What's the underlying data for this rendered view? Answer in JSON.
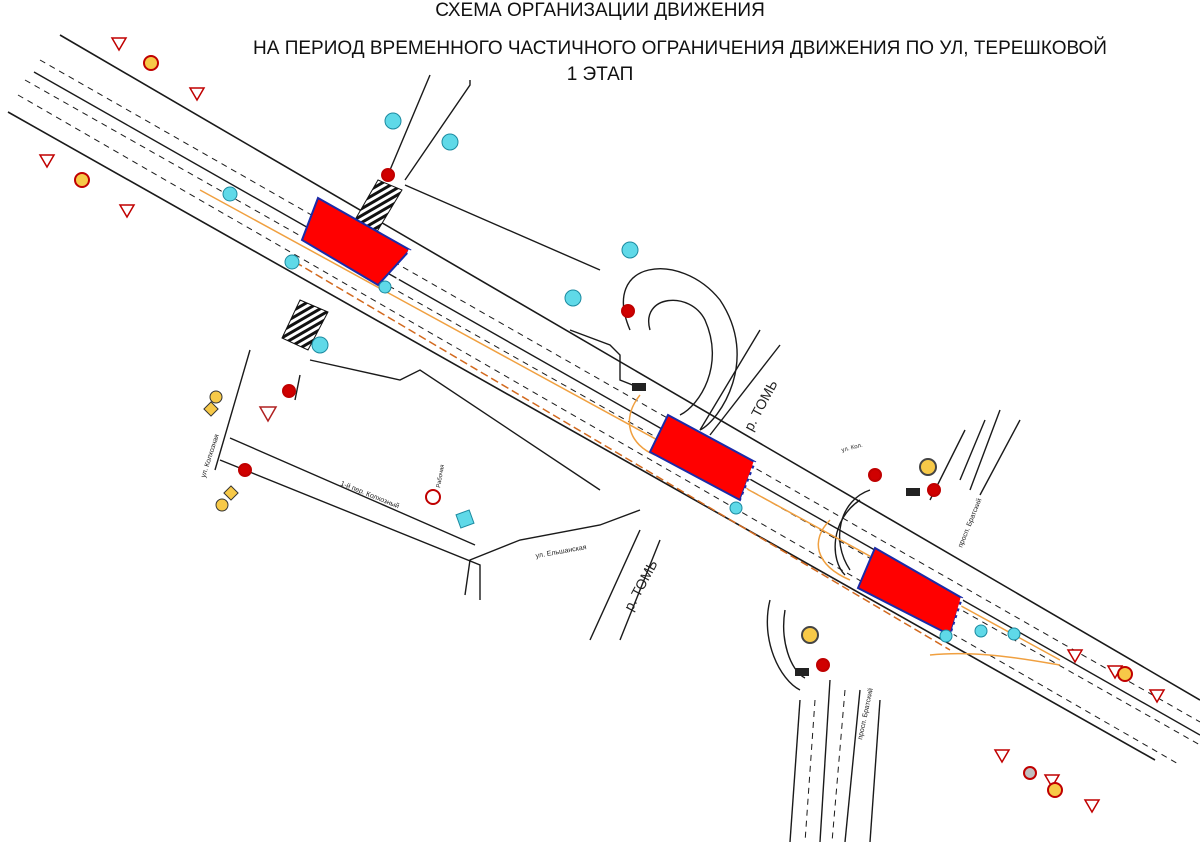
{
  "title": {
    "line1": "СХЕМА ОРГАНИЗАЦИИ ДВИЖЕНИЯ",
    "line2": "НА ПЕРИОД ВРЕМЕННОГО ЧАСТИЧНОГО ОГРАНИЧЕНИЯ ДВИЖЕНИЯ ПО УЛ, ТЕРЕШКОВОЙ",
    "line3": "1 ЭТАП"
  },
  "labels": {
    "river_north": "р. ТОМЬ",
    "river_south": "р. ТОМЬ",
    "kolhoznaya": "ул. Колхозная",
    "pereulok": "1-й пер. Колхозный",
    "elshanskaya": "ул. Ельшанская",
    "prospect": "просп. Братский",
    "prospect_2": "просп. Братский",
    "ul_small": "ул. Кол.",
    "sign_text": "Рабочая"
  },
  "colors": {
    "work_zone": "#ff0000",
    "work_edge": "#1a2aa8",
    "detour": "#f0a040",
    "road_line": "#1a1a1a",
    "info_sign": "#5fd9e8"
  }
}
